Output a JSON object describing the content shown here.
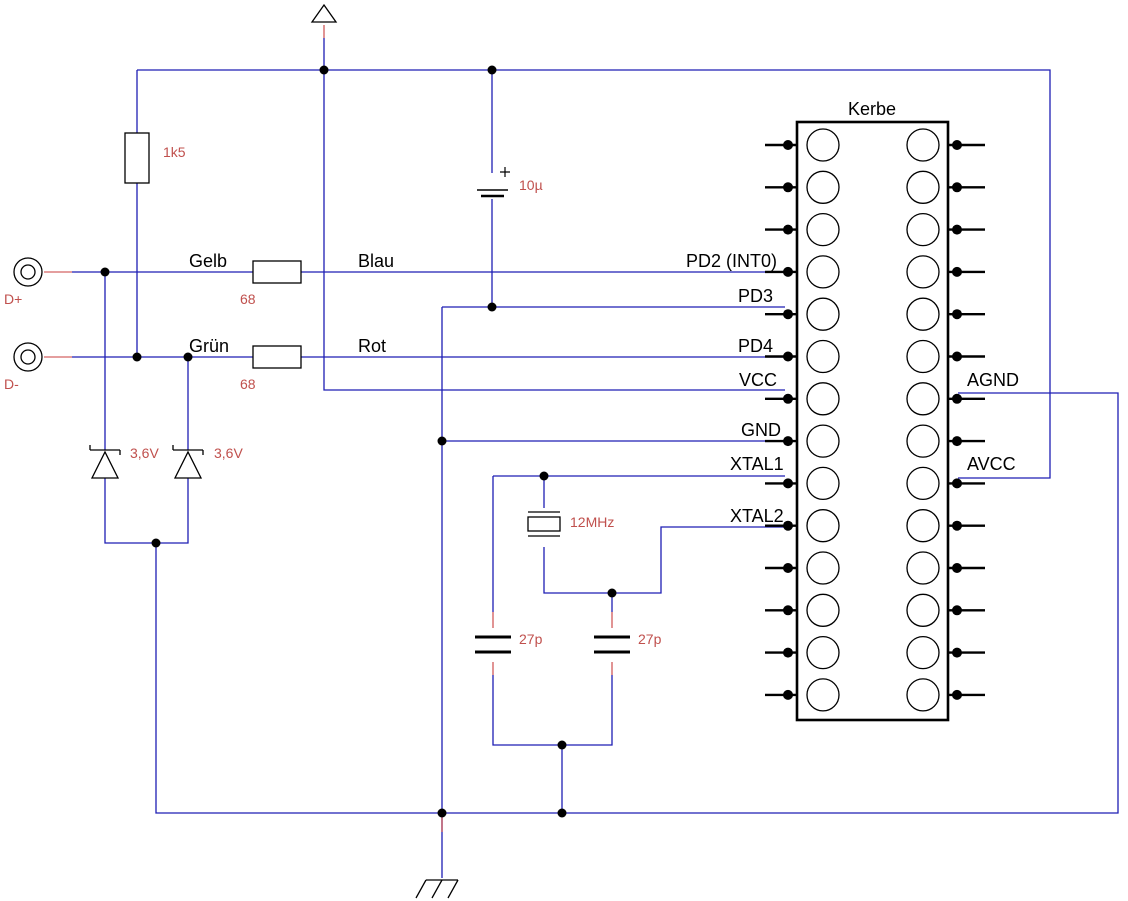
{
  "chip": {
    "notch_label": "Kerbe",
    "left_pins": [
      "",
      "",
      "",
      "PD2 (INT0)",
      "PD3",
      "PD4",
      "VCC",
      "GND",
      "XTAL1",
      "XTAL2",
      "",
      "",
      "",
      ""
    ],
    "right_pins": [
      "",
      "",
      "",
      "",
      "",
      "",
      "AGND",
      "",
      "AVCC",
      "",
      "",
      "",
      "",
      ""
    ]
  },
  "connectors": {
    "dplus": "D+",
    "dminus": "D-"
  },
  "wire_labels": {
    "gelb": "Gelb",
    "blau": "Blau",
    "gruen": "Grün",
    "rot": "Rot"
  },
  "components": {
    "r_pullup": "1k5",
    "c_bulk": "10µ",
    "r_dplus": "68",
    "r_dminus": "68",
    "zener_left": "3,6V",
    "zener_right": "3,6V",
    "crystal": "12MHz",
    "c_xtal1": "27p",
    "c_xtal2": "27p"
  },
  "colors": {
    "wire": "#1e1eb4",
    "value_text": "#c0504d",
    "component": "#000000"
  }
}
